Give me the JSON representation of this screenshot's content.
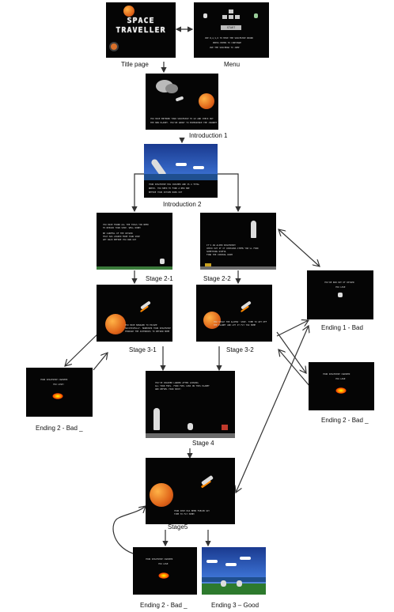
{
  "nodes": {
    "title": {
      "label": "Title page",
      "heading_line1": "SPACE",
      "heading_line2": "TRAVELLER"
    },
    "menu": {
      "label": "Menu",
      "start_button": "START",
      "lines": [
        "USE W,A,S,D TO MOVE THE SPACESHIP ROUND",
        "PRESS ENTER TO CONTINUE",
        "USE THE SPACEBAR TO JUMP"
      ]
    },
    "intro1": {
      "label": "Introduction 1",
      "lines": [
        "YOU HAVE ENTERED YOUR SPACESHIP TO GO AND CHECK OUT",
        "THE NEW PLANET. YOU'RE ABOUT TO EXPERIENCE THE JOURNEY"
      ]
    },
    "intro2": {
      "label": "Introduction 2",
      "lines": [
        "YOUR SPACESHIP HAS CRASHED AND IS A TOTAL",
        "WRECK. YOU NEED TO FIND A NEW ONE",
        "BEFORE YOUR OXYGEN RUNS OUT"
      ]
    },
    "stage21": {
      "label": "Stage 2-1",
      "lines": [
        "YOU HAVE FOUND ALL THE TOOLS YOU NEED",
        "TO REPAIR YOUR SHIP. WELL DONE!",
        "BE CAREFUL OF THE OXYGEN",
        "THAT HAS LEAKED FROM YOUR SHIP",
        "GET BACK BEFORE YOU RUN OUT"
      ]
    },
    "stage22": {
      "label": "Stage 2-2",
      "lines": [
        "IT'S AN ALIEN SPACESHIP!",
        "CHECK OUT IF IT CONTAINS ITEMS YOU'LL FIND",
        "SOMETHING USEFUL",
        "FIND THE CONTROL ROOM"
      ]
    },
    "stage31": {
      "label": "Stage 3-1",
      "lines": [
        "YOU HAVE MANAGED TO ESCAPE",
        "SUCCESSFULLY. MANEUVER YOUR SPACESHIP",
        "THROUGH THE ASTEROIDS TO RETURN HOME"
      ]
    },
    "stage32": {
      "label": "Stage 3-2",
      "lines": [
        "YOU STOLE THE ALIENS' SHIP. TIME TO GET OFF",
        "THE PLANET AND LET IT FLY YOU HOME"
      ]
    },
    "stage4": {
      "label": "Stage 4",
      "lines": [
        "YOU'VE CRASHED LANDED AFTER LOOSING",
        "ALL YOUR FUEL. FIND FUEL CANS ON THIS PLANET",
        "AND REFUEL YOUR SHIP!"
      ]
    },
    "stage5": {
      "label": "Stage5",
      "lines": [
        "YOUR SHIP HAS BEEN FUELED UP!",
        "TIME TO FLY HOME!"
      ]
    },
    "end1": {
      "label": "Ending 1 - Bad",
      "lines": [
        "YOU'RE RUN OUT OF OXYGEN",
        "YOU LOSE"
      ]
    },
    "end2_left": {
      "label": "Ending 2 - Bad _",
      "lines": [
        "YOUR SPACESHIP CRASHED",
        "YOU LOSE!"
      ]
    },
    "end2_right": {
      "label": "Ending 2 - Bad _",
      "lines": [
        "YOUR SPACESHIP CRASHED",
        "YOU LOSE"
      ]
    },
    "end2_bottom": {
      "label": "Ending 2 - Bad _",
      "lines": [
        "YOUR SPACESHIP CRASHED",
        "YOU LOSE"
      ]
    },
    "end3": {
      "label": "Ending 3 – Good"
    }
  },
  "colors": {
    "screen_bg": "#050505",
    "planet": "#e0661a",
    "arrow": "#333333"
  }
}
